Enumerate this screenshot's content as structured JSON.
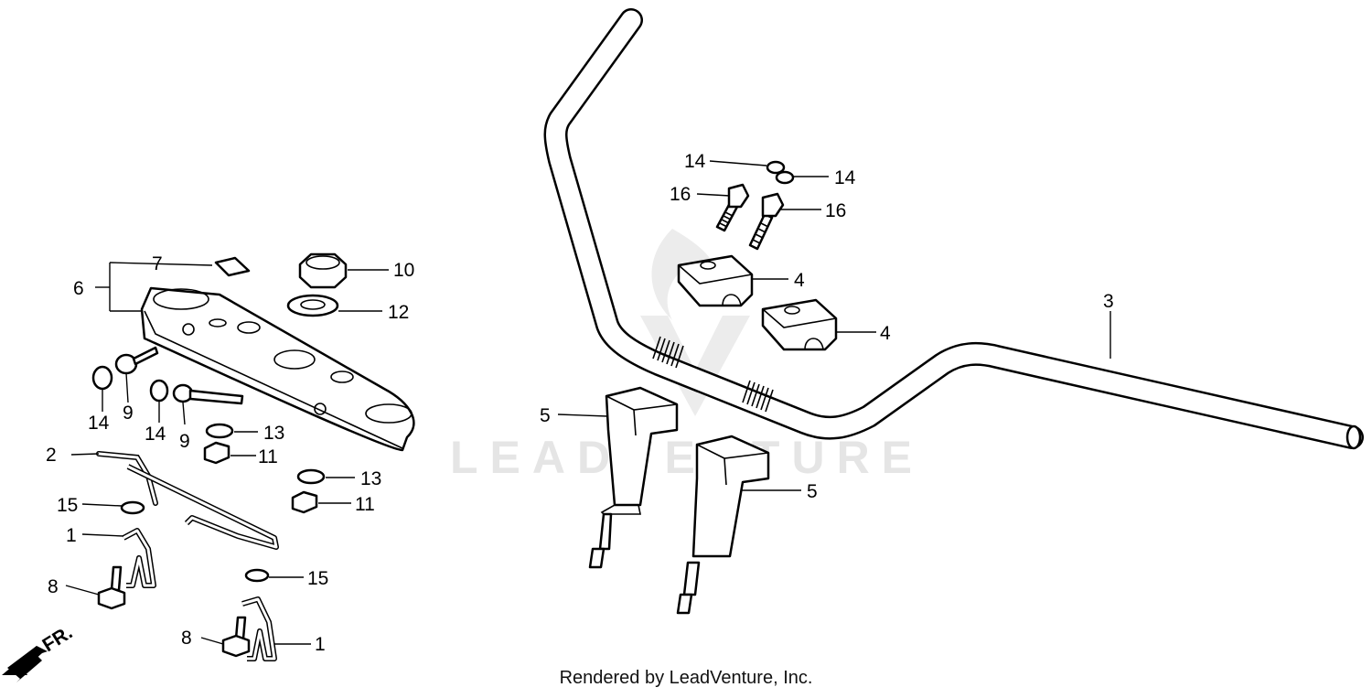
{
  "watermark": "LEADVENTURE",
  "footer": "Rendered by LeadVenture, Inc.",
  "direction_label": "FR.",
  "callouts": {
    "c1a": "1",
    "c1b": "1",
    "c2": "2",
    "c3": "3",
    "c4a": "4",
    "c4b": "4",
    "c5a": "5",
    "c5b": "5",
    "c6": "6",
    "c7": "7",
    "c8a": "8",
    "c8b": "8",
    "c9a": "9",
    "c9b": "9",
    "c10": "10",
    "c11a": "11",
    "c11b": "11",
    "c12": "12",
    "c13a": "13",
    "c13b": "13",
    "c14a": "14",
    "c14b": "14",
    "c14c": "14",
    "c14d": "14",
    "c15a": "15",
    "c15b": "15",
    "c16a": "16",
    "c16b": "16"
  }
}
